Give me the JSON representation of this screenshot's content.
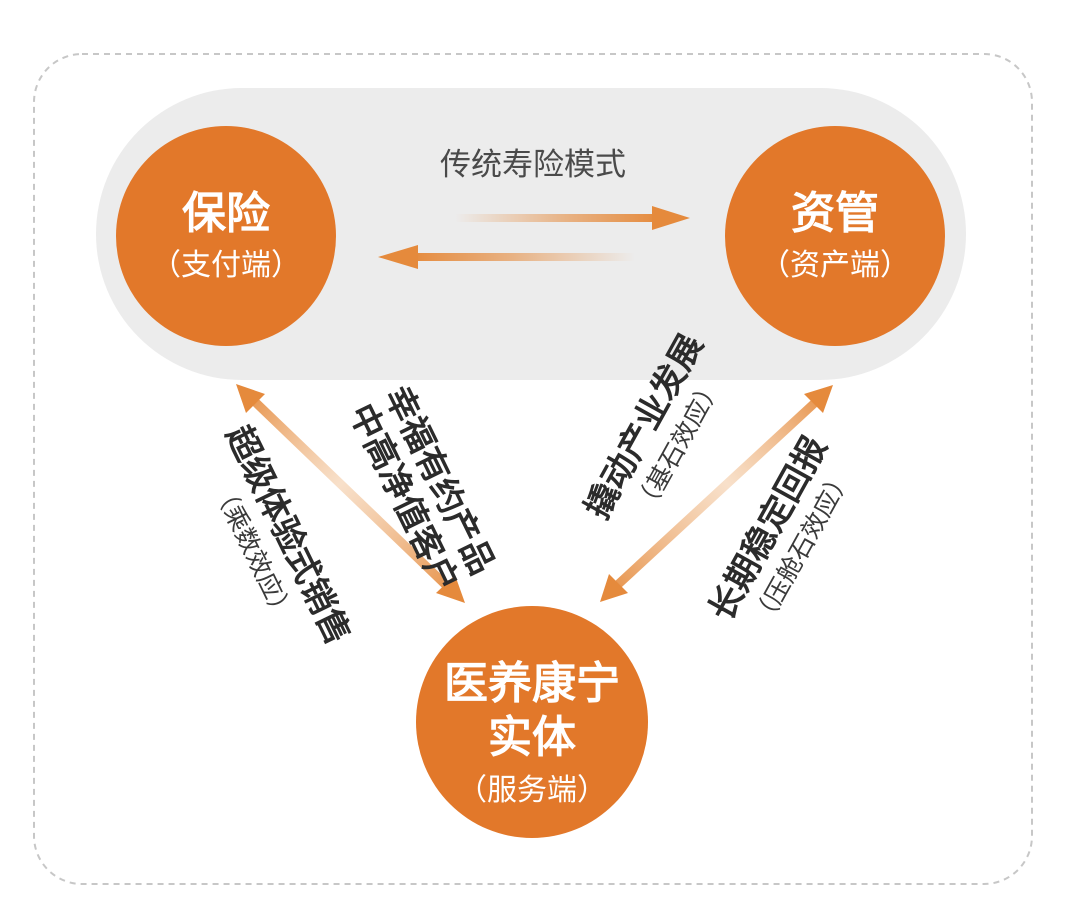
{
  "colors": {
    "node_fill": "#e2782a",
    "arrow": "#e58a3c",
    "band": "#ececec",
    "frame_border": "#c7c7c7",
    "text_dark": "#2b2b2b"
  },
  "nodes": {
    "insurance": {
      "title": "保险",
      "subtitle": "（支付端）"
    },
    "asset_management": {
      "title": "资管",
      "subtitle": "（资产端）"
    },
    "healthcare": {
      "title_line1": "医养康宁",
      "title_line2": "实体",
      "subtitle": "（服务端）"
    }
  },
  "top_band": {
    "label": "传统寿险模式"
  },
  "edges": {
    "left_inner": {
      "line1": "幸福有约产品",
      "line2": "中高净值客户"
    },
    "left_outer": {
      "label": "超级体验式销售",
      "sub": "（乘数效应）"
    },
    "right_inner": {
      "label": "撬动产业发展",
      "sub": "（基石效应）"
    },
    "right_outer": {
      "label": "长期稳定回报",
      "sub": "（压舱石效应）"
    }
  },
  "icons": {
    "top_right_arrow": "arrow-right-icon",
    "top_left_arrow": "arrow-left-icon",
    "left_double_arrow": "double-arrow-icon",
    "right_double_arrow": "double-arrow-icon"
  }
}
